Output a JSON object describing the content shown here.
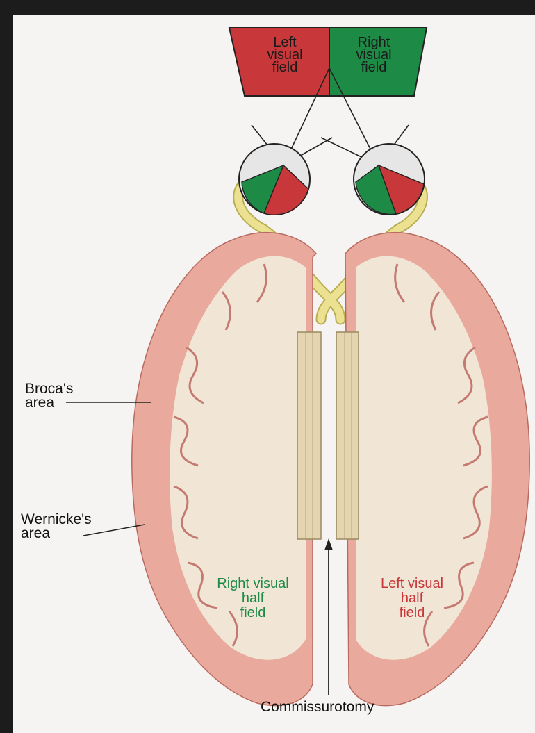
{
  "visual_field": {
    "left_label": "Left\nvisual\nfield",
    "right_label": "Right\nvisual\nfield",
    "left_color": "#c8383a",
    "right_color": "#1d8a46",
    "text_color": "#1a1a1a"
  },
  "labels": {
    "broca": "Broca's\narea",
    "wernicke": "Wernicke's\narea",
    "commissurotomy": "Commissurotomy"
  },
  "hemispheres": {
    "left_field_text": "Right visual\nhalf\nfield",
    "left_field_color": "#1d8a46",
    "right_field_text": "Left visual\nhalf\nfield",
    "right_field_color": "#c8383a"
  },
  "colors": {
    "cortex": "#e9a99c",
    "white_matter": "#f1e6d6",
    "nerve": "#ece190",
    "corpus": "#e4d5b0"
  }
}
